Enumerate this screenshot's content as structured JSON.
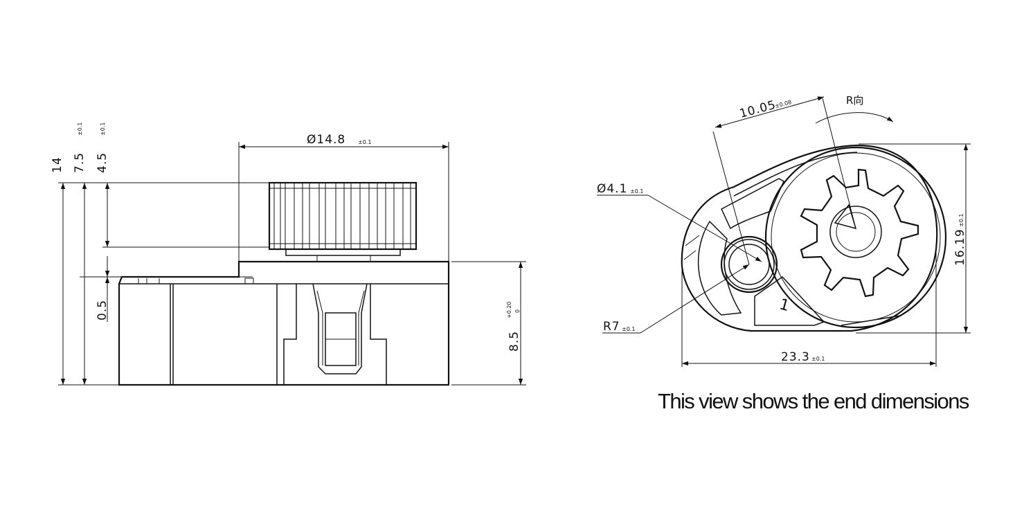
{
  "side_view": {
    "dim_top_diameter": "Ø14.8",
    "dim_top_diameter_tol": "±0.1",
    "dim_total_height": "14",
    "dim_height_7_5": "7.5",
    "dim_height_7_5_tol": "±0.1",
    "dim_height_4_5": "4.5",
    "dim_height_4_5_tol": "±0.1",
    "dim_step": "0.5",
    "dim_body_height": "8.5",
    "dim_body_height_tol_upper": "+0.20",
    "dim_body_height_tol_lower": "0"
  },
  "end_view": {
    "dim_center_distance": "10.05",
    "dim_center_distance_tol": "±0.08",
    "rotation_label": "R向",
    "dim_hole_diameter": "Ø4.1",
    "dim_hole_diameter_tol": "±0.1",
    "dim_radius": "R7",
    "dim_radius_tol": "±0.1",
    "dim_width": "23.3",
    "dim_width_tol": "±0.1",
    "dim_height": "16.19",
    "dim_height_tol": "±0.1",
    "mark": "1"
  },
  "caption": "This view shows the end dimensions"
}
